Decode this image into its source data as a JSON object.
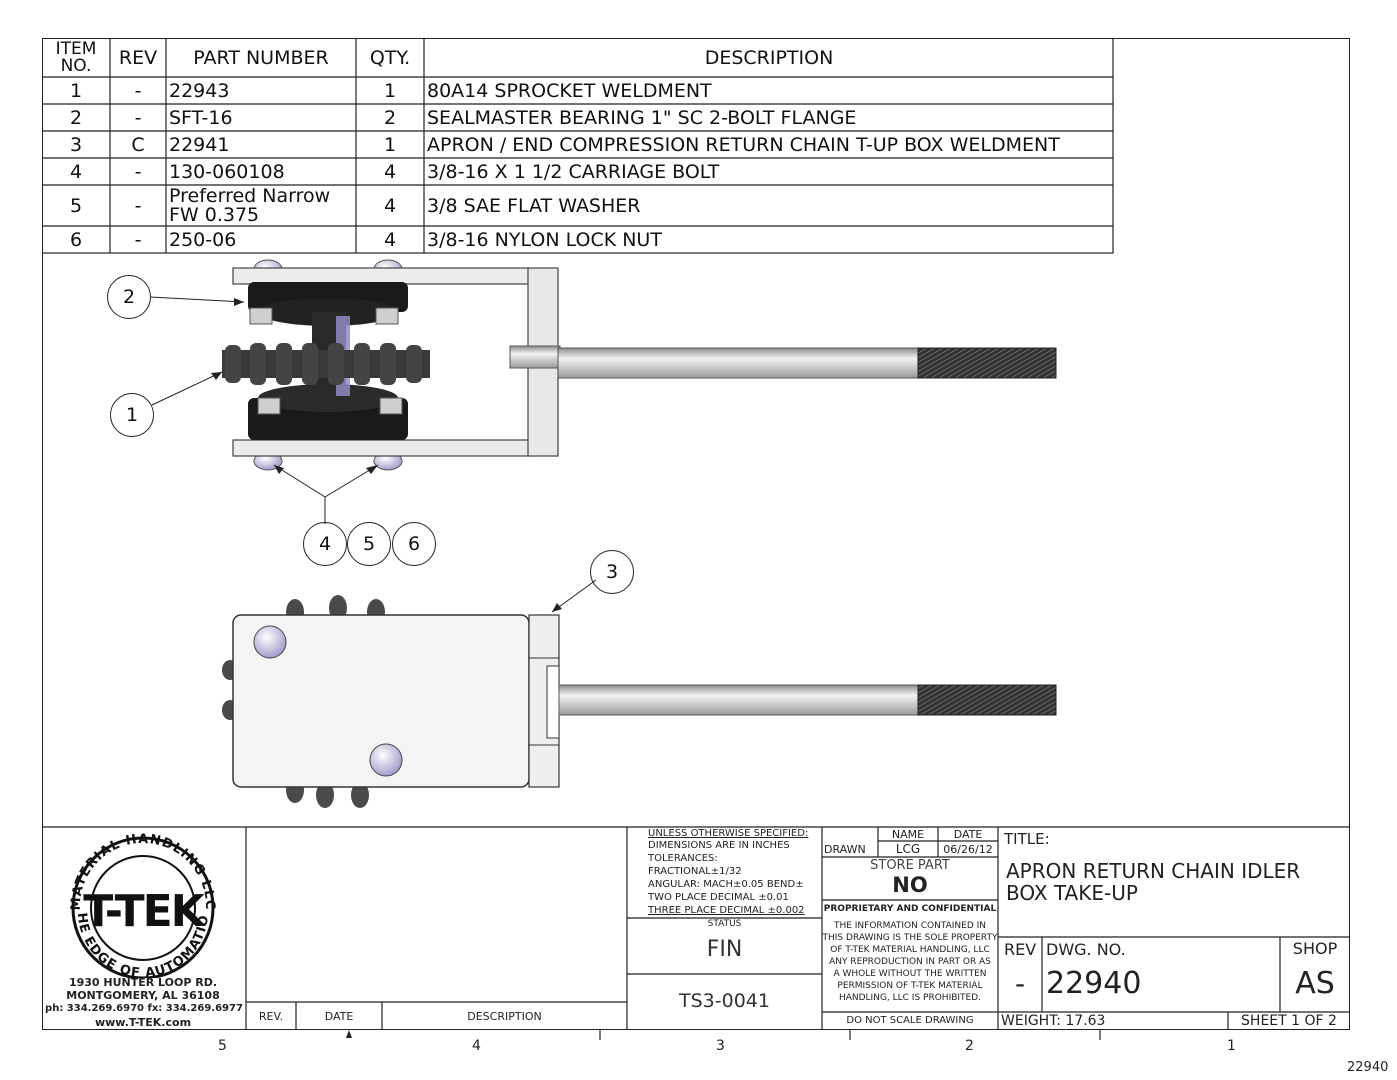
{
  "bom": {
    "headers": {
      "item": [
        "ITEM",
        "NO."
      ],
      "rev": "REV",
      "part": "PART NUMBER",
      "qty": "QTY.",
      "desc": "DESCRIPTION"
    },
    "rows": [
      {
        "item": "1",
        "rev": "-",
        "part": "22943",
        "qty": "1",
        "desc": "80A14 SPROCKET WELDMENT"
      },
      {
        "item": "2",
        "rev": "-",
        "part": "SFT-16",
        "qty": "2",
        "desc": "SEALMASTER BEARING 1\" SC 2-BOLT FLANGE"
      },
      {
        "item": "3",
        "rev": "C",
        "part": "22941",
        "qty": "1",
        "desc": "APRON / END COMPRESSION  RETURN CHAIN T-UP BOX WELDMENT"
      },
      {
        "item": "4",
        "rev": "-",
        "part": "130-060108",
        "qty": "4",
        "desc": "3/8-16 X 1 1/2 CARRIAGE BOLT"
      },
      {
        "item": "5",
        "rev": "-",
        "part": [
          "Preferred Narrow",
          "FW 0.375"
        ],
        "qty": "4",
        "desc": "3/8 SAE FLAT WASHER"
      },
      {
        "item": "6",
        "rev": "-",
        "part": "250-06",
        "qty": "4",
        "desc": "3/8-16 NYLON LOCK NUT"
      }
    ]
  },
  "balloons": {
    "b1": "1",
    "b2": "2",
    "b3": "3",
    "b4": "4",
    "b5": "5",
    "b6": "6"
  },
  "company": {
    "logo_ring_top": "MATERIAL HANDLING LLC",
    "logo_name": "T-TEK",
    "logo_ring_bottom": "THE EDGE OF AUTOMATION",
    "address1": "1930 HUNTER LOOP RD.",
    "address2": "MONTGOMERY, AL  36108",
    "phone": "ph: 334.269.6970 fx: 334.269.6977",
    "web": "www.T-TEK.com"
  },
  "revision_block": {
    "rev": "REV.",
    "date": "DATE",
    "description": "DESCRIPTION"
  },
  "tolerances": [
    "UNLESS OTHERWISE SPECIFIED:",
    "DIMENSIONS ARE IN INCHES",
    "TOLERANCES:",
    "FRACTIONAL±1/32",
    "ANGULAR: MACH±0.05 BEND±",
    "TWO PLACE DECIMAL   ±0.01",
    "THREE PLACE DECIMAL ±0.002"
  ],
  "status": {
    "label": "STATUS",
    "value": "FIN",
    "code": "TS3-0041"
  },
  "drawn": {
    "name_header": "NAME",
    "date_header": "DATE",
    "label": "DRAWN",
    "name": "LCG",
    "date": "06/26/12"
  },
  "store_part": {
    "label": "STORE PART",
    "value": "NO"
  },
  "proprietary": {
    "title": "PROPRIETARY AND CONFIDENTIAL",
    "lines": [
      "THE INFORMATION CONTAINED IN",
      "THIS DRAWING IS THE SOLE PROPERTY",
      "OF T-TEK MATERIAL HANDLING, LLC",
      "ANY REPRODUCTION IN PART OR AS",
      "A WHOLE WITHOUT THE WRITTEN",
      "PERMISSION OF T-TEK MATERIAL",
      "HANDLING, LLC IS PROHIBITED."
    ],
    "no_scale": "DO NOT SCALE DRAWING"
  },
  "title_block": {
    "title_label": "TITLE:",
    "title_lines": [
      "APRON  RETURN CHAIN IDLER",
      "BOX TAKE-UP"
    ],
    "rev_label": "REV",
    "dwg_label": "DWG.  NO.",
    "shop_label": "SHOP",
    "rev": "-",
    "dwg_no": "22940",
    "shop": "AS",
    "weight": "WEIGHT: 17.63",
    "sheet": "SHEET 1 OF 2"
  },
  "zones": [
    "5",
    "4",
    "3",
    "2",
    "1"
  ],
  "corner_number": "22940"
}
